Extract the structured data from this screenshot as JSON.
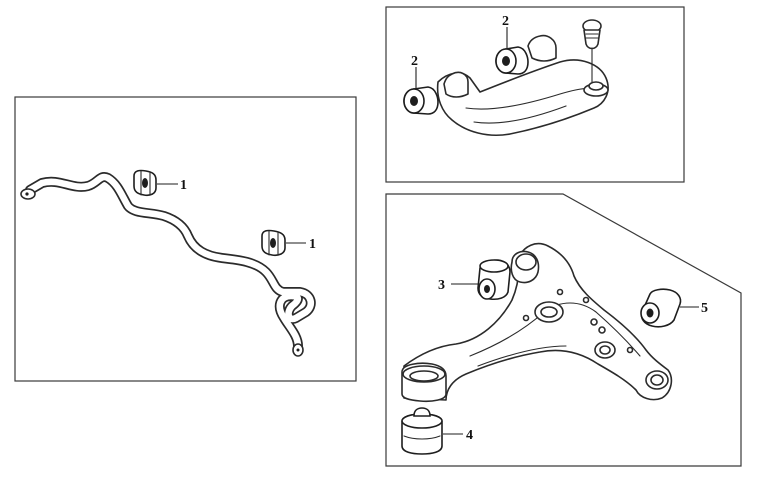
{
  "callouts": {
    "stabilizer_bushing_left": "1",
    "stabilizer_bushing_right": "1",
    "upper_arm_bushing_top": "2",
    "upper_arm_bushing_left": "2",
    "lower_arm_front_bushing": "3",
    "lower_arm_rear_bushing": "4",
    "lower_arm_mount_bushing": "5"
  }
}
